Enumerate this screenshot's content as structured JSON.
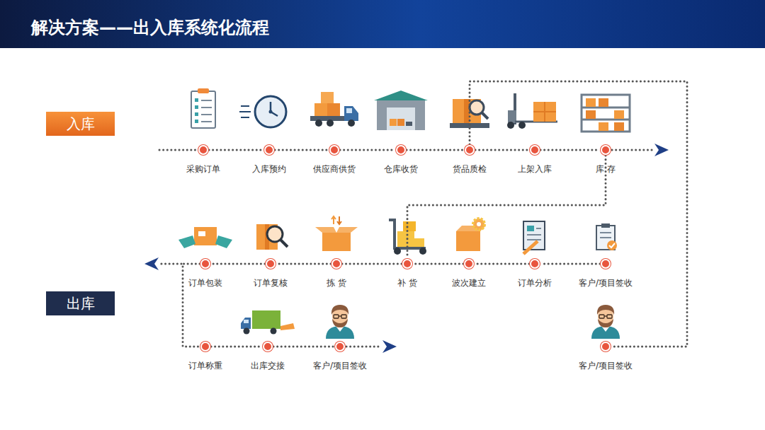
{
  "diagram": {
    "title": "解决方案——出入库系统化流程",
    "nodes": [
      {
        "text": [
          "入库"
        ]
      },
      {
        "text": [
          "采购订单"
        ]
      },
      {
        "text": [
          "入库预约"
        ]
      },
      {
        "text": [
          "供应商供货"
        ]
      },
      {
        "text": [
          "仓库收货"
        ]
      },
      {
        "text": [
          "货品质检"
        ]
      },
      {
        "text": [
          "上架入库"
        ]
      },
      {
        "text": [
          "库 存"
        ]
      },
      {
        "text": [
          "出库"
        ]
      },
      {
        "text": [
          "客户/项目签收"
        ]
      },
      {
        "text": [
          "订单分析"
        ]
      },
      {
        "text": [
          "波次建立"
        ]
      },
      {
        "text": [
          "补 货"
        ]
      },
      {
        "text": [
          "拣 货"
        ]
      },
      {
        "text": [
          "订单复核"
        ]
      },
      {
        "text": [
          "订单包装"
        ]
      },
      {
        "text": [
          "订单称重"
        ]
      },
      {
        "text": [
          "出库交接"
        ]
      },
      {
        "text": [
          "客户/项目签收"
        ]
      },
      {
        "text": [
          "客户/项目签收"
        ]
      }
    ],
    "edges": [
      {
        "from": 1,
        "to": 2,
        "arrow": "none"
      },
      {
        "from": 2,
        "to": 3,
        "arrow": "none"
      },
      {
        "from": 3,
        "to": 4,
        "arrow": "none"
      },
      {
        "from": 4,
        "to": 5,
        "arrow": "none"
      },
      {
        "from": 5,
        "to": 6,
        "arrow": "none"
      },
      {
        "from": 6,
        "to": 7,
        "arrow": "none"
      },
      {
        "from": 5,
        "to": 19,
        "arrow": "none"
      },
      {
        "from": 7,
        "to": 12,
        "arrow": "none"
      },
      {
        "from": 9,
        "to": 10,
        "arrow": "none"
      },
      {
        "from": 10,
        "to": 11,
        "arrow": "none"
      },
      {
        "from": 11,
        "to": 12,
        "arrow": "none"
      },
      {
        "from": 12,
        "to": 13,
        "arrow": "none"
      },
      {
        "from": 13,
        "to": 14,
        "arrow": "none"
      },
      {
        "from": 14,
        "to": 15,
        "arrow": "none"
      },
      {
        "from": 15,
        "to": 16,
        "arrow": "none"
      },
      {
        "from": 16,
        "to": 17,
        "arrow": "none"
      },
      {
        "from": 17,
        "to": 18,
        "arrow": "none"
      }
    ]
  }
}
